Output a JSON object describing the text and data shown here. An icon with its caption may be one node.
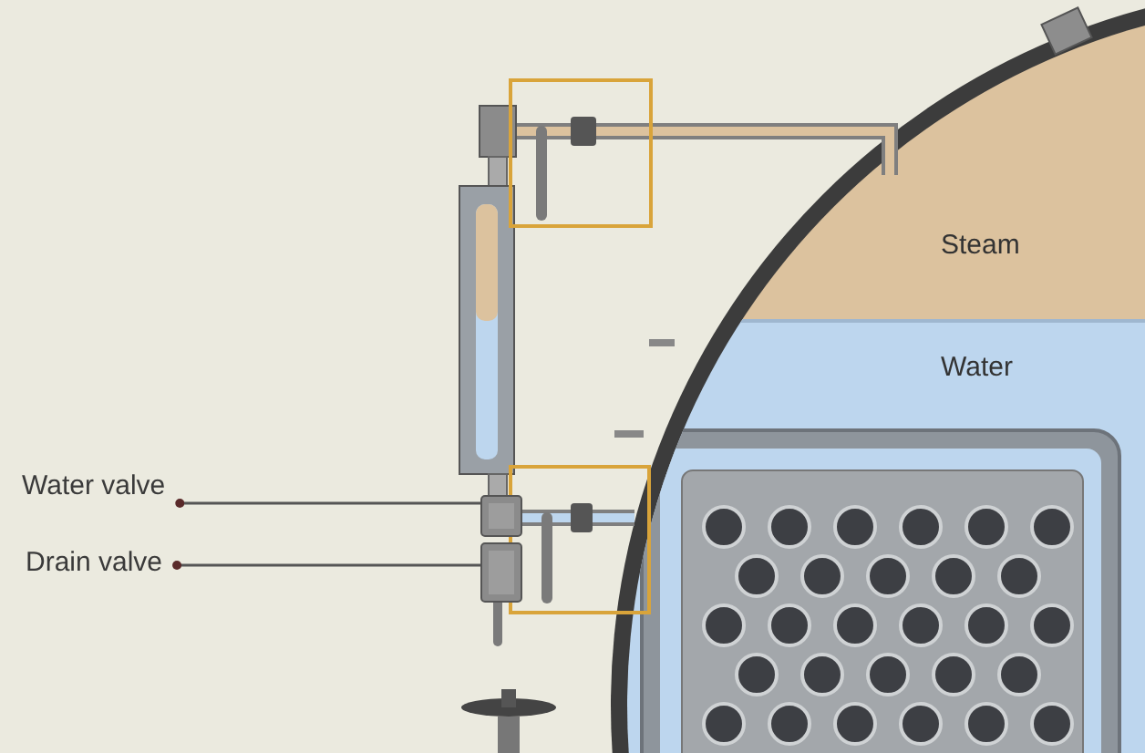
{
  "diagram": {
    "nodes": [
      {
        "text": [
          "Water valve"
        ]
      },
      {
        "text": [
          "Drain valve"
        ]
      },
      {
        "text": [],
        "shape": "picture"
      },
      {
        "text": [],
        "shape": "picture"
      }
    ],
    "edges": [
      {
        "from": 0,
        "to": 2,
        "arrow": "other"
      },
      {
        "from": 1,
        "to": 3,
        "arrow": "other"
      }
    ],
    "labels": [
      "Steam",
      "Water"
    ]
  }
}
